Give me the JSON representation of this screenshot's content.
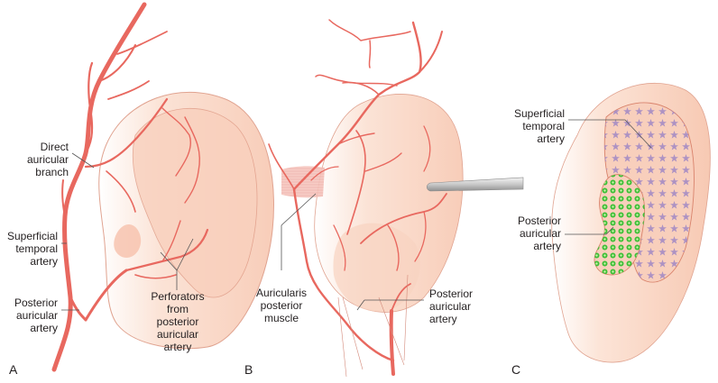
{
  "figure": {
    "panels": [
      {
        "letter": "A",
        "labels": {
          "direct_auricular_branch": [
            "Direct",
            "auricular",
            "branch"
          ],
          "superficial_temporal_artery": [
            "Superficial",
            "temporal",
            "artery"
          ],
          "posterior_auricular_artery": [
            "Posterior",
            "auricular",
            "artery"
          ],
          "perforators": [
            "Perforators",
            "from",
            "posterior",
            "auricular",
            "artery"
          ]
        }
      },
      {
        "letter": "B",
        "labels": {
          "auricularis_posterior_muscle": [
            "Auricularis",
            "posterior",
            "muscle"
          ],
          "posterior_auricular_artery": [
            "Posterior",
            "auricular",
            "artery"
          ]
        }
      },
      {
        "letter": "C",
        "labels": {
          "superficial_temporal_artery": [
            "Superficial",
            "temporal",
            "artery"
          ],
          "posterior_auricular_artery": [
            "Posterior",
            "auricular",
            "artery"
          ]
        },
        "legend_markers": {
          "superficial_temporal_territory": "star",
          "posterior_auricular_territory": "dot"
        }
      }
    ],
    "colors": {
      "artery": "#e8685f",
      "artery_dark": "#d2483f",
      "skin": "#fbd9c8",
      "skin_edge": "#d9836c",
      "star": "#a58bc4",
      "dot": "#3dbf37",
      "leader": "#555555"
    }
  }
}
